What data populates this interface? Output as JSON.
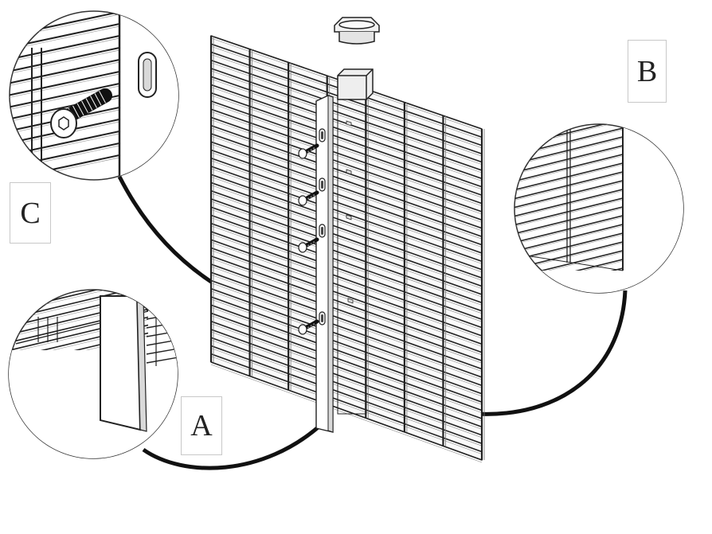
{
  "labels": {
    "a": "A",
    "b": "B",
    "c": "C"
  },
  "panel": {
    "vertical_wires": 7,
    "horizontal_wires": 40,
    "bolts": 4
  },
  "colors": {
    "line": "#222222",
    "fill": "#ffffff",
    "shade": "#d9d9d9"
  }
}
